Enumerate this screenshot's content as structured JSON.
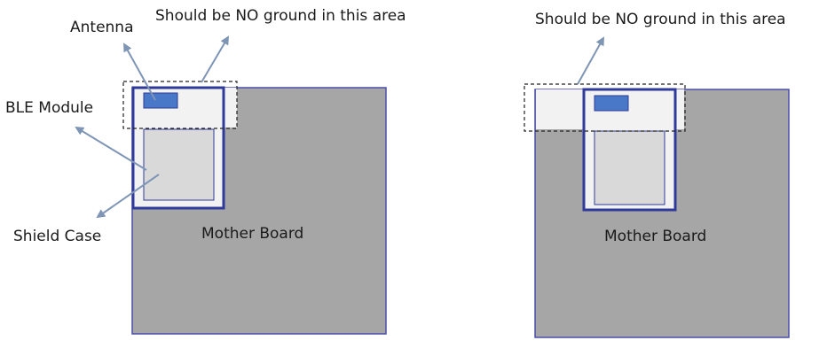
{
  "diagram_left": {
    "label_antenna": "Antenna",
    "label_no_ground": "Should be NO ground in this area",
    "label_ble_module": "BLE Module",
    "label_shield_case": "Shield Case",
    "label_mother_board": "Mother Board"
  },
  "diagram_right": {
    "label_no_ground": "Should be NO ground in this area",
    "label_mother_board": "Mother Board"
  },
  "colors": {
    "board_fill": "#a6a6a6",
    "board_stroke": "#4a4fa8",
    "module_fill": "#f2f2f2",
    "module_stroke": "#2f3a9b",
    "antenna_fill": "#4a78c8",
    "shield_fill": "#d9d9d9",
    "arrow": "#7f95b6"
  }
}
